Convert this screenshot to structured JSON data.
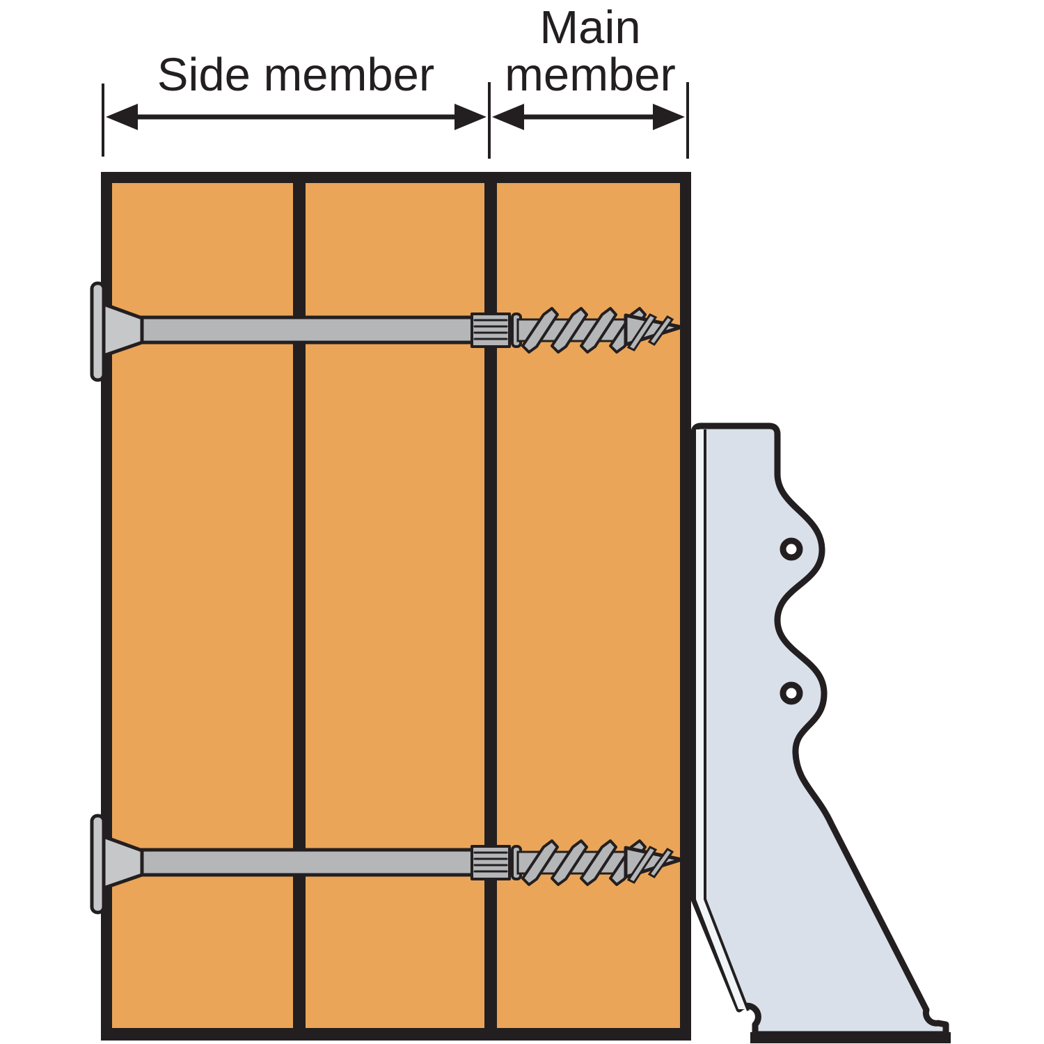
{
  "labels": {
    "side_member": "Side member",
    "main_member_line1": "Main",
    "main_member_line2": "member"
  },
  "colors": {
    "background": "#FFFFFF",
    "outline": "#231F20",
    "label_text": "#231F20",
    "wood": "#EBA558",
    "screw_body": "#B4B6B8",
    "screw_head": "#C6C7C9",
    "hanger": "#D9E0E9",
    "hanger_highlight": "#F2F5F7",
    "hole": "#FFFFFF"
  },
  "structure": {
    "board_count": 3,
    "screw_count": 2,
    "hanger_hole_count": 2
  }
}
